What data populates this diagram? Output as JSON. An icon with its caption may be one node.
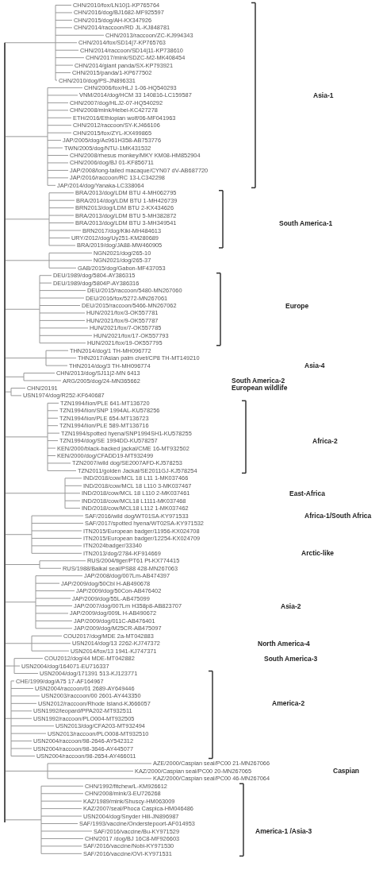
{
  "diagram": {
    "labels": [
      "CHN/2010/fox/LN10|1-KP765764",
      "CHN/2016/dog/BJ1682-MF925597",
      "CHN/2015/dog/AH-KX347926",
      "CHN/2014/raccoon/RD JL-KJ848781",
      "CHN/2013/raccoon/ZC-KJ994343",
      "CHN/2014/fox/SD14|7-KP765763",
      "CHN/2014/raccoon/SD14|11-KP738610",
      "CHN/2017/mink/SDZC-M2-MK408454",
      "CHN/2014/giant panda/SX-KP793921",
      "CHN/2015/panda/1-KP677502",
      "CHN/2010/dog/PS-JN896331",
      "CHN/2006/fox/HLJ 1-06-HQ540293",
      "VNM/2014/dog/HCM 33 140816-LC159587",
      "Asia-1",
      "CHN/2007/dog/HLJ2-07-HQ540292",
      "CHN/2008/mink/Hebei-KC427278",
      "ETH/2016/Ethiopian wolf/06-MF041963",
      "CHN/2012/raccoon/SY-KJ466106",
      "CHN/2015/fox/ZYL-KX499865",
      "JAP/2005/dog/Ac961H358-AB753776",
      "TWN/2005/dog/NTU-1MK431532",
      "CHN/2008/rhesus monkey/MKY KM08-HM852904",
      "CHN/2006/dog/BJ 01-KF856711",
      "JAP/2008/long-tailed macaque/CYN07 dV-AB687720",
      "JAP/2016/raccoon/RC 13-LC342298",
      "JAP/2014/dog/Yanaka-LC338064",
      "BRA/2013/dog/LDM BTU 4-MH062795",
      "BRA/2014/dog/LDM BTU 1-MH426739",
      "BRN2013/dog/LDM BTU 2-KX434626",
      "BRA/2013/dog/LDM BTU 5-MH382872",
      "BRA/2013/dog/LDM BTU 3-MH349541",
      "South America-1",
      "BRN2017/dog/Kiki-MH484613",
      "URY/2012/dog/Uy251-KM280689",
      "BRA/2019/dog/JA88-MW460905",
      "NGN2021/dog/265-10",
      "NGN2021/dog/265-37",
      "GAB/2015/dog/Gabon-MF437053",
      "DEU/1989/dog/5804-AY386315",
      "DEU/1989/dog/5804P-AY386316",
      "DEU/2015/raccoon/5480-MN267060",
      "DEU/2016/fox/5272-MN267061",
      "DEU/2015/raccoon/5466-MN267062",
      "Europe",
      "HUN/2021/fox/3-OK557781",
      "HUN/2021/fox/9-OK557787",
      "HUN/2021/fox/7-OK557785",
      "HUN/2021/fox/17-OK557793",
      "HUN/2021/fox/19-OK557795",
      "THN2014/dog/1 TH-MH096772",
      "THN2017/Asian palm civet/CP8 TH-MT149210",
      "THN2014/dog/3 TH-MH096774",
      "Asia-4",
      "CHN/2013/dog/SJ11|2-MN 6413",
      "ARG/2005/dog/24-MN365662",
      "South America-2",
      "CHN/20191",
      "European wildlife",
      "USN1974/dog/R252-KF640687",
      "TZN1994/lion/PLE 641-MT136720",
      "TZN1994/lion/SNP 1994AL-KU578256",
      "TZN1994/lion/PLE 654-MT136723",
      "TZN1994/lion/PLE 589-MT136716",
      "TZN1994/spotted hyena/SNP1994SH1-KU578255",
      "TZN1994/dog/SE 1994DD-KU578257",
      "Africa-2",
      "KEN/2000/black-backed jackal/CME 16-MT932502",
      "KEN/2000/dog/CFADD19-MT932499",
      "TZN2007/wild dog/SE2007AFD-KJ578253",
      "TZN2011/golden Jackal/SE2011GJ-KJ578254",
      "IND/2018/cow/MCL 18 L11 1-MK037466",
      "IND/2018/cow/MCL 18 L110 3-MK037467",
      "IND/2018/cow/MCL 18 L110 2-MK037461",
      "East-Africa",
      "IND/2018/cow/MCL18 L1111-MK037468",
      "IND/2018/cow/MCL18 L112 1-MK037462",
      "SAF/2016/wild dog/WT01SA-KY971533",
      "Africa-1/South Africa",
      "SAF/2017/spotted hyena/WT02SA-KY971532",
      "ITN2015/European badger/11956-KX024708",
      "ITN2015/European badger/12254-KX024709",
      "ITN2024badger/33340",
      "ITN2013/dog/2784-KF914669",
      "Arctic-like",
      "RUS/2004/tiger/PT61 Pt-KX774415",
      "RUS/1988/Baikal seal/PS88 428-MN267063",
      "JAP/2008/dog/007Lm-AB474397",
      "JAP/2009/dog/50Cbl H-AB490678",
      "JAP/2009/dog/50Con-AB476402",
      "JAP/2009/dog/55L-AB475099",
      "JAP/2007/dog/007Lm H358p8-AB823707",
      "Asia-2",
      "JAP/2009/dog/009L H-AB490672",
      "JAP/2009/dog/011C-AB476401",
      "JAP/2009/dog/M25CR-AB475097",
      "COU2017/dog/MDE 2a-MT042883",
      "USN2014/dog/13 2262-KJ747372",
      "North America-4",
      "USN2014/fox/13 1941-KJ747371",
      "COU2012/dog/44 MDE-MT042882",
      "South America-3",
      "USN2004/dog/164071-EU716337",
      "USN2004/dog/171391 513-KJ123771",
      "CHE/1999/dog/A75 17-AF164967",
      "USN2004/raccoon/01 2689-AY649446",
      "USN2003/raccoon/00 2601-AY443350",
      "USN2012/raccoon/Rhode Island-KJ666057",
      "America-2",
      "USN1992/leopard/PPA202-MT932511",
      "USN1992/raccoon/PLO004-MT932505",
      "USN2013/dog/CFA203-MT932494",
      "USN2013/raccoon/PLO008-MT932510",
      "USN2004/raccoon/98-2646-AY542312",
      "USN2004/raccoon/98-3646-AY445077",
      "USN2004/raccoon/98-2654-AY466011",
      "AZE/2000/Caspian seal/PC00 21-MN267066",
      "KAZ/2000/Caspian seal/PC00 20-MN267065",
      "Caspian",
      "KAZ/2000/Caspian seal/PC00 46-MN267064",
      "CHN/1992/fitchew/L-KM926612",
      "CHN/2008/mink/3-EU726268",
      "KAZ/1989/mink/Shuscy-HM063009",
      "KAZ/2007/seal/Phoca Caspica-HM046486",
      "USN2004/dog/Snyder Hill-JN896987",
      "SAF/1993/vaccine/Onderstepoort-AF014953",
      "SAF/2016/vaccine/Bu-KY971529",
      "America-1 /Asia-3",
      "CHN/2017 /dog/BJ 16C8-MF926603",
      "SAF/2016/vaccine/Nobi-KY971530",
      "SAF/2016/vaccine/OVI-KY971531"
    ]
  }
}
